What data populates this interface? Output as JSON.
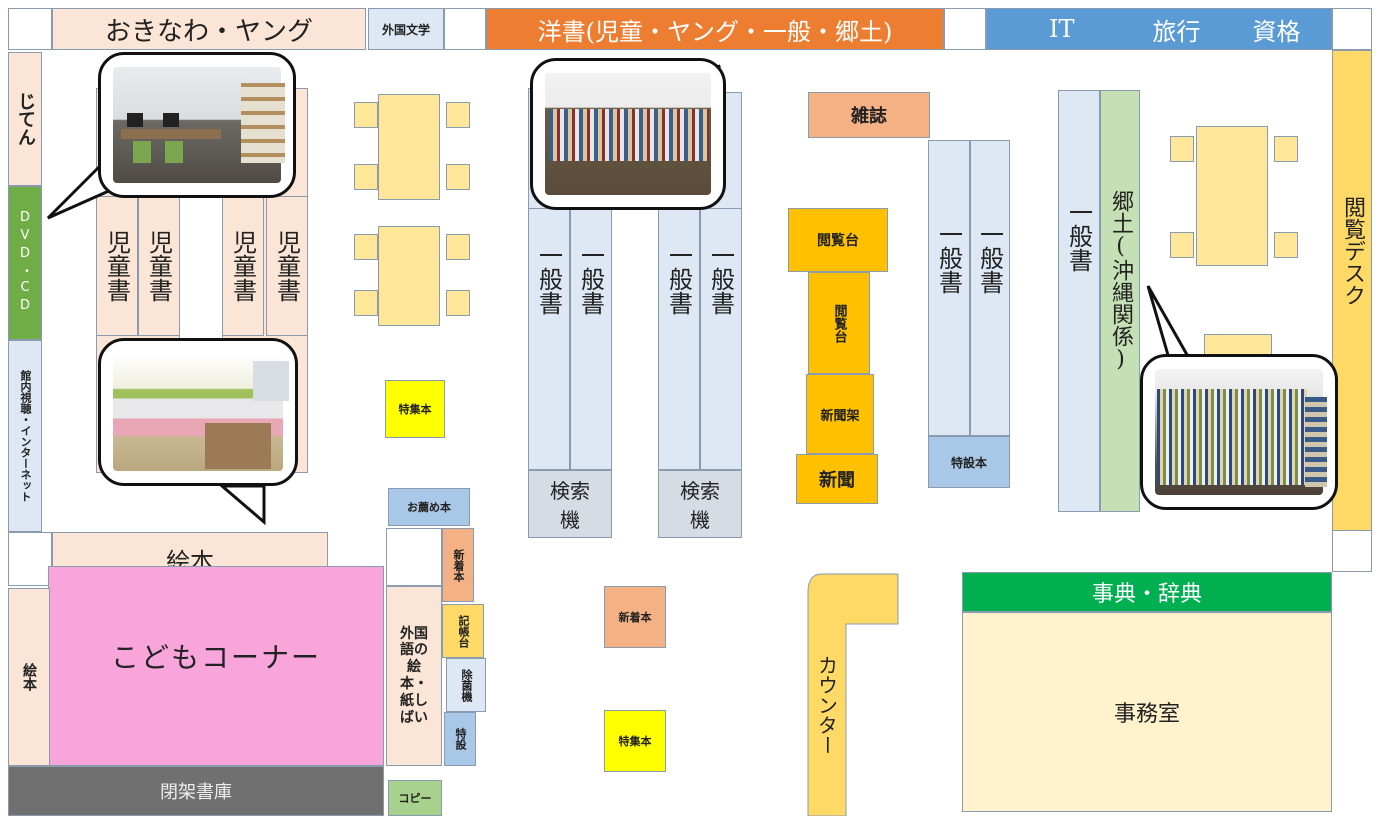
{
  "top": {
    "okinawa_young": "おきなわ・ヤング",
    "foreign_lit": "外国文学",
    "western_books": "洋書(児童・ヤング・一般・郷土)",
    "it": "IT",
    "travel": "旅行",
    "qualifications": "資格"
  },
  "left_wall": {
    "dictionary": "じてん",
    "dvd_cd": "DVD・CD",
    "av_internet": "館内視聴・インターネット"
  },
  "children": {
    "shelf_label": "児童書",
    "picture_books_top": "絵本",
    "kids_corner": "こどもコーナー",
    "picture_books_side": "絵本",
    "closed_stacks": "閉架書庫"
  },
  "middle": {
    "special_feature": "特集本",
    "recommended": "お薦め本",
    "foreign_picture_books": "外国語の絵本・紙しばい",
    "new_arrivals_small": "新着本",
    "register_desk": "記帳台",
    "disinfector": "除菌機",
    "special_small": "特設",
    "copy": "コピー",
    "new_arrivals": "新着本",
    "special_feature_bottom": "特集本"
  },
  "general": {
    "shelf_label": "一般書",
    "search_terminal": "検索機"
  },
  "center": {
    "magazines": "雑誌",
    "reading_table": "閲覧台",
    "reading_table_vertical": "閲覧台",
    "newspaper_rack": "新聞架",
    "newspapers": "新聞",
    "special_set": "特設本",
    "counter": "カウンター"
  },
  "right": {
    "local_okinawa": "郷土(沖縄関係)",
    "reading_desk": "閲覧デスク",
    "encyclopedias": "事典・辞典",
    "office": "事務室"
  },
  "colors": {
    "orange": "#ed7d31",
    "blue": "#5b9bd5",
    "pink": "#f8a5dc",
    "yellow": "#ffff00",
    "gold": "#ffc000",
    "green": "#00b050"
  }
}
